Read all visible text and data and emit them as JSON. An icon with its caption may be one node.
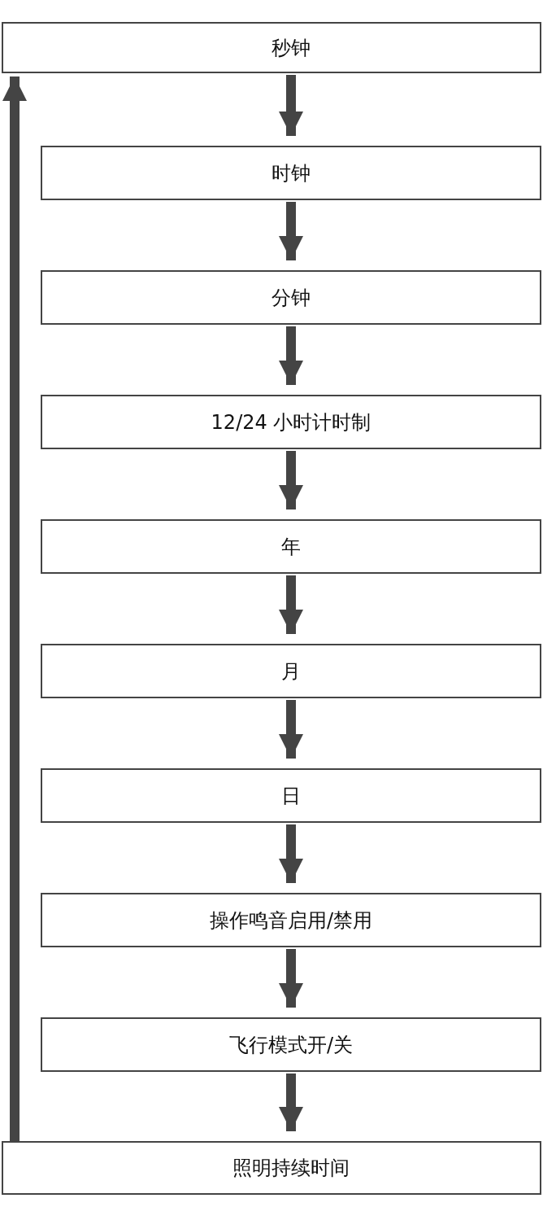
{
  "diagram": {
    "nodes": [
      {
        "text": [
          "秒钟"
        ]
      },
      {
        "text": [
          "时钟"
        ]
      },
      {
        "text": [
          "分钟"
        ]
      },
      {
        "text": [
          "12/24 小时计时制"
        ]
      },
      {
        "text": [
          "年"
        ]
      },
      {
        "text": [
          "月"
        ]
      },
      {
        "text": [
          "日"
        ]
      },
      {
        "text": [
          "操作鸣音启用/禁用"
        ]
      },
      {
        "text": [
          "飞行模式开/关"
        ]
      },
      {
        "text": [
          "照明持续时间"
        ]
      }
    ],
    "edges": [
      {
        "from": 0,
        "to": 1,
        "arrow": "to"
      },
      {
        "from": 1,
        "to": 2,
        "arrow": "to"
      },
      {
        "from": 2,
        "to": 3,
        "arrow": "to"
      },
      {
        "from": 3,
        "to": 4,
        "arrow": "to"
      },
      {
        "from": 4,
        "to": 5,
        "arrow": "to"
      },
      {
        "from": 5,
        "to": 6,
        "arrow": "to"
      },
      {
        "from": 6,
        "to": 7,
        "arrow": "to"
      },
      {
        "from": 7,
        "to": 8,
        "arrow": "to"
      },
      {
        "from": 8,
        "to": 9,
        "arrow": "to"
      },
      {
        "from": 9,
        "to": 0,
        "arrow": "to"
      }
    ]
  }
}
